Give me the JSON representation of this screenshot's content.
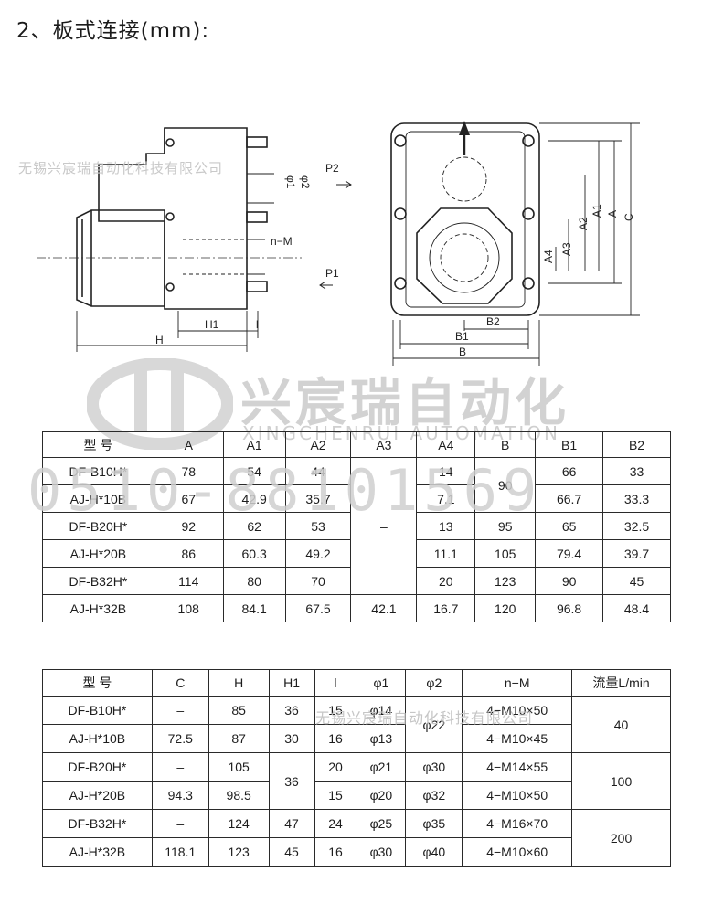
{
  "title": "2、板式连接(mm):",
  "drawing": {
    "side_labels": {
      "H": "H",
      "H1": "H1",
      "l": "l",
      "nM": "n−M",
      "P1": "P1",
      "P2": "P2",
      "phi1": "φ1",
      "phi2": "φ2"
    },
    "front_labels": {
      "A": "A",
      "A1": "A1",
      "A2": "A2",
      "A3": "A3",
      "A4": "A4",
      "B": "B",
      "B1": "B1",
      "B2": "B2",
      "C": "C"
    }
  },
  "watermarks": {
    "company_line": "无锡兴宸瑞自动化科技有限公司",
    "logo_cn": "兴宸瑞自动化",
    "logo_en": "XINGCHENRUI AUTOMATION",
    "phone": "0510-88101569"
  },
  "table1": {
    "headers": [
      "型  号",
      "A",
      "A1",
      "A2",
      "A3",
      "A4",
      "B",
      "B1",
      "B2"
    ],
    "rows": [
      {
        "model": "DF-B10H*",
        "A": "78",
        "A1": "54",
        "A2": "44",
        "A4": "14",
        "B1": "66",
        "B2": "33"
      },
      {
        "model": "AJ-H*10B",
        "A": "67",
        "A1": "42.9",
        "A2": "35.7",
        "A4": "7.1",
        "B1": "66.7",
        "B2": "33.3"
      },
      {
        "model": "DF-B20H*",
        "A": "92",
        "A1": "62",
        "A2": "53",
        "A4": "13",
        "B": "95",
        "B1": "65",
        "B2": "32.5"
      },
      {
        "model": "AJ-H*20B",
        "A": "86",
        "A1": "60.3",
        "A2": "49.2",
        "A4": "11.1",
        "B": "105",
        "B1": "79.4",
        "B2": "39.7"
      },
      {
        "model": "DF-B32H*",
        "A": "114",
        "A1": "80",
        "A2": "70",
        "A4": "20",
        "B": "123",
        "B1": "90",
        "B2": "45"
      },
      {
        "model": "AJ-H*32B",
        "A": "108",
        "A1": "84.1",
        "A2": "67.5",
        "A3": "42.1",
        "A4": "16.7",
        "B": "120",
        "B1": "96.8",
        "B2": "48.4"
      }
    ],
    "merged": {
      "B_rows_1_2": "90",
      "A3_rows_1_5": "–"
    }
  },
  "table2": {
    "headers": [
      "型  号",
      "C",
      "H",
      "H1",
      "l",
      "φ1",
      "φ2",
      "n−M",
      "流量L/min"
    ],
    "rows": [
      {
        "model": "DF-B10H*",
        "C": "–",
        "H": "85",
        "H1": "36",
        "l": "15",
        "phi1": "φ14",
        "nM": "4−M10×50"
      },
      {
        "model": "AJ-H*10B",
        "C": "72.5",
        "H": "87",
        "H1": "30",
        "l": "16",
        "phi1": "φ13",
        "nM": "4−M10×45"
      },
      {
        "model": "DF-B20H*",
        "C": "–",
        "H": "105",
        "l": "20",
        "phi1": "φ21",
        "phi2": "φ30",
        "nM": "4−M14×55"
      },
      {
        "model": "AJ-H*20B",
        "C": "94.3",
        "H": "98.5",
        "l": "15",
        "phi1": "φ20",
        "phi2": "φ32",
        "nM": "4−M10×50"
      },
      {
        "model": "DF-B32H*",
        "C": "–",
        "H": "124",
        "H1": "47",
        "l": "24",
        "phi1": "φ25",
        "phi2": "φ35",
        "nM": "4−M16×70"
      },
      {
        "model": "AJ-H*32B",
        "C": "118.1",
        "H": "123",
        "H1": "45",
        "l": "16",
        "phi1": "φ30",
        "phi2": "φ40",
        "nM": "4−M10×60"
      }
    ],
    "merged": {
      "phi2_rows_1_2": "φ22",
      "H1_rows_3_4": "36",
      "flow_rows_1_2": "40",
      "flow_rows_3_4": "100",
      "flow_rows_5_6": "200"
    }
  }
}
